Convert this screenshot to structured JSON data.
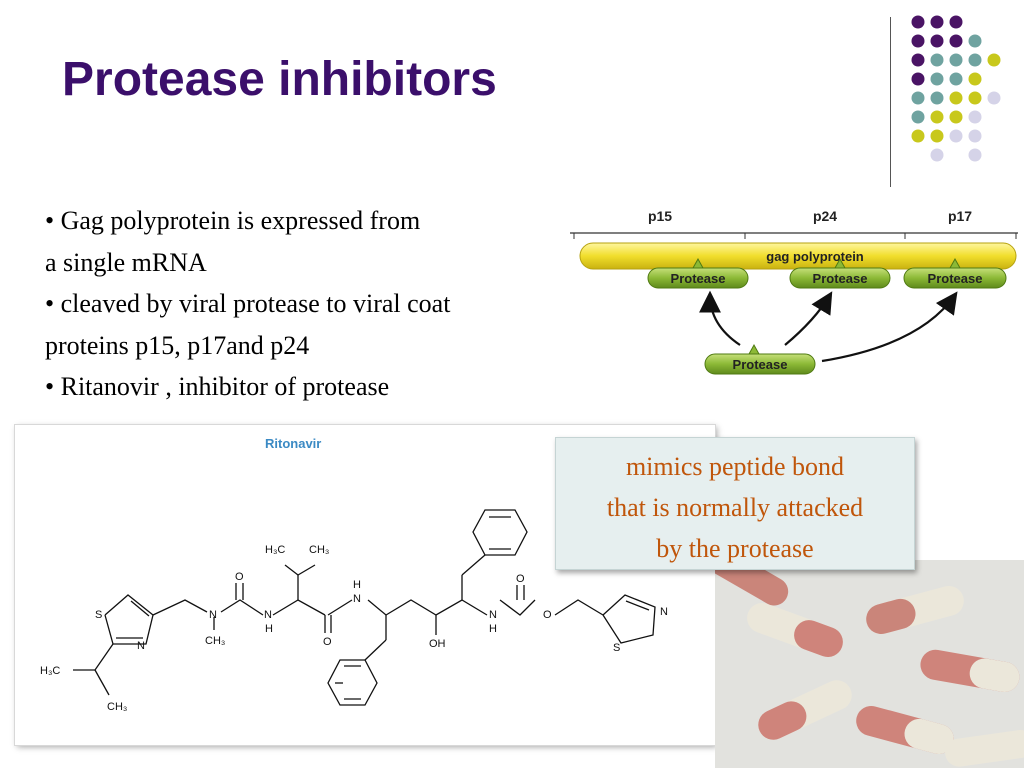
{
  "slide": {
    "title": "Protease inhibitors",
    "bullets": [
      "• Gag polyprotein is expressed from",
      "a single mRNA",
      "• cleaved by viral protease to viral coat",
      "proteins p15, p17and p24",
      "• Ritanovir , inhibitor of protease"
    ],
    "callout": [
      "mimics peptide bond",
      "that is normally attacked",
      "by the protease"
    ]
  },
  "gag_diagram": {
    "segments": [
      "p15",
      "p24",
      "p17"
    ],
    "polyprotein_label": "gag polyprotein",
    "protease_label": "Protease"
  },
  "ritonavir": {
    "title": "Ritonavir",
    "atoms": {
      "s": "S",
      "n": "N",
      "o": "O",
      "h": "H",
      "oh": "OH",
      "ch3": "CH₃",
      "h3c": "H₃C"
    }
  },
  "colors": {
    "title": "#3b0f6b",
    "callout_text": "#c0560b",
    "dot_purple": "#4a1465",
    "dot_teal": "#6fa3a0",
    "dot_yellow": "#c8c81c",
    "dot_lavender": "#d5d3e8",
    "gag_bar": "#f1de2c",
    "protease_pill": "#8cb936",
    "ritonavir_title": "#3b8ac4"
  }
}
